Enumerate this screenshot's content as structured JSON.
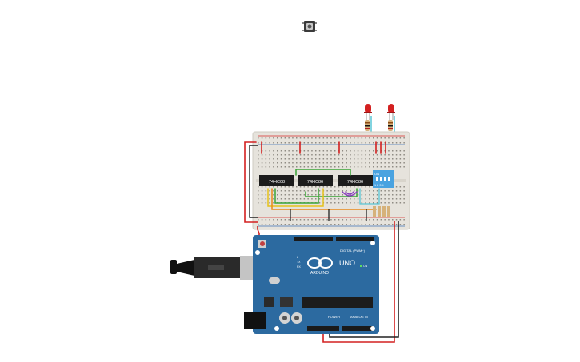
{
  "colors": {
    "breadboard": "#e6e3dc",
    "breadboard_rail_red": "#d42a2a",
    "breadboard_rail_blue": "#3b6fb6",
    "arduino_board": "#2c6aa0",
    "chip": "#1c1c1c",
    "dip_switch": "#4aa3e0",
    "led": "#d32020",
    "wire_red": "#d32020",
    "wire_black": "#222222",
    "wire_green": "#3aa536",
    "wire_yellow": "#e6c21a",
    "wire_orange": "#e88a1a",
    "wire_purple": "#8a3fc0",
    "wire_cyan": "#59c6d6"
  },
  "components": {
    "chips": [
      {
        "label": "74HC08"
      },
      {
        "label": "74HC86"
      },
      {
        "label": "74HC86"
      }
    ],
    "dip_switch": {
      "label": "ON",
      "positions": "1 2 3 4"
    },
    "arduino": {
      "brand": "ARDUINO",
      "model": "UNO",
      "digital_label": "DIGITAL (PWM~)",
      "power_label": "POWER",
      "analog_label": "ANALOG IN",
      "tx_label": "TX",
      "rx_label": "RX",
      "on_label": "ON",
      "l_label": "L"
    },
    "pushbutton": {
      "icon": "pushbutton-icon"
    },
    "leds": [
      {
        "color": "red"
      },
      {
        "color": "red"
      }
    ]
  }
}
